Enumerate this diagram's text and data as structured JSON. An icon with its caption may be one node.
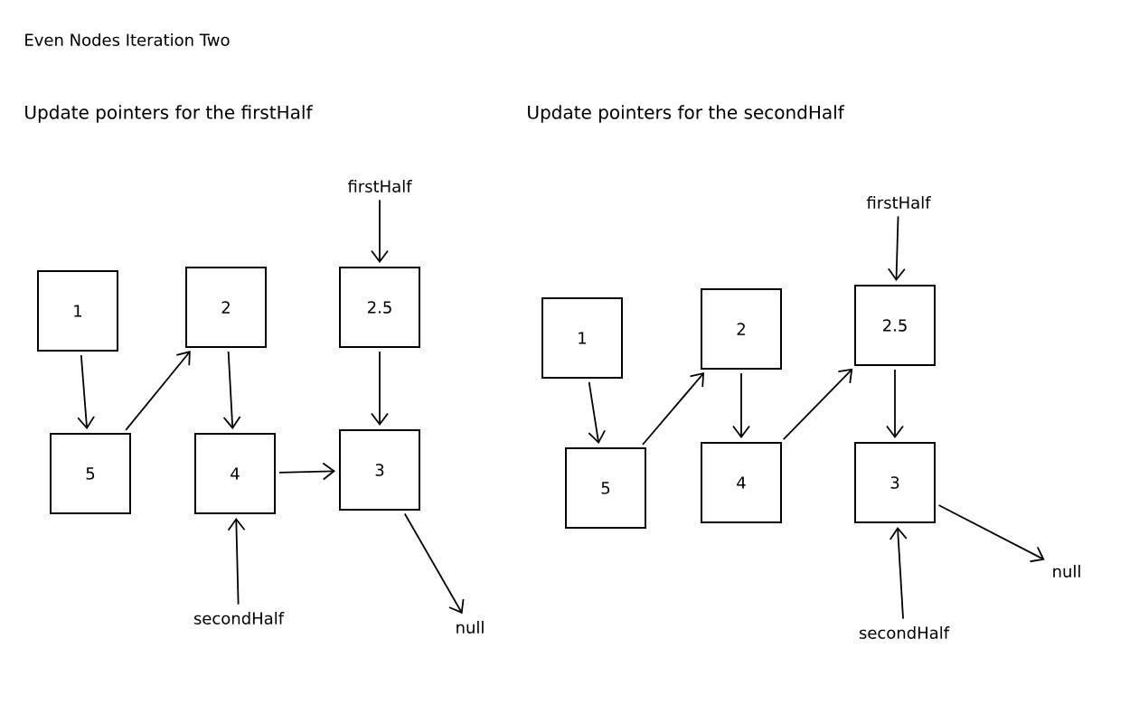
{
  "diagram": {
    "title": "Even Nodes Iteration Two",
    "nodes": [
      {
        "text": [
          "1"
        ]
      },
      {
        "text": [
          "2"
        ]
      },
      {
        "text": [
          "2.5"
        ]
      },
      {
        "text": [
          "5"
        ]
      },
      {
        "text": [
          "4"
        ]
      },
      {
        "text": [
          "3"
        ]
      },
      {
        "text": [
          "firstHalf"
        ]
      },
      {
        "text": [
          "secondHalf"
        ]
      },
      {
        "text": [
          "null"
        ]
      },
      {
        "text": [
          "1"
        ]
      },
      {
        "text": [
          "2"
        ]
      },
      {
        "text": [
          "2.5"
        ]
      },
      {
        "text": [
          "5"
        ]
      },
      {
        "text": [
          "4"
        ]
      },
      {
        "text": [
          "3"
        ]
      },
      {
        "text": [
          "firstHalf"
        ]
      },
      {
        "text": [
          "secondHalf"
        ]
      },
      {
        "text": [
          "null"
        ]
      }
    ],
    "edges": [
      {
        "from": 0,
        "to": 3,
        "arrow": "to"
      },
      {
        "from": 3,
        "to": 1,
        "arrow": "to"
      },
      {
        "from": 1,
        "to": 4,
        "arrow": "to"
      },
      {
        "from": 4,
        "to": 5,
        "arrow": "to"
      },
      {
        "from": 2,
        "to": 5,
        "arrow": "to"
      },
      {
        "from": 6,
        "to": 2,
        "arrow": "to"
      },
      {
        "from": 7,
        "to": 4,
        "arrow": "to"
      },
      {
        "from": 5,
        "to": 8,
        "arrow": "to"
      },
      {
        "from": 9,
        "to": 12,
        "arrow": "to"
      },
      {
        "from": 12,
        "to": 10,
        "arrow": "to"
      },
      {
        "from": 10,
        "to": 13,
        "arrow": "to"
      },
      {
        "from": 13,
        "to": 11,
        "arrow": "to"
      },
      {
        "from": 11,
        "to": 14,
        "arrow": "to"
      },
      {
        "from": 15,
        "to": 11,
        "arrow": "to"
      },
      {
        "from": 16,
        "to": 14,
        "arrow": "to"
      },
      {
        "from": 14,
        "to": 17,
        "arrow": "to"
      }
    ],
    "labels": [
      "Update pointers for the firstHalf",
      "Update pointers for the secondHalf"
    ]
  }
}
